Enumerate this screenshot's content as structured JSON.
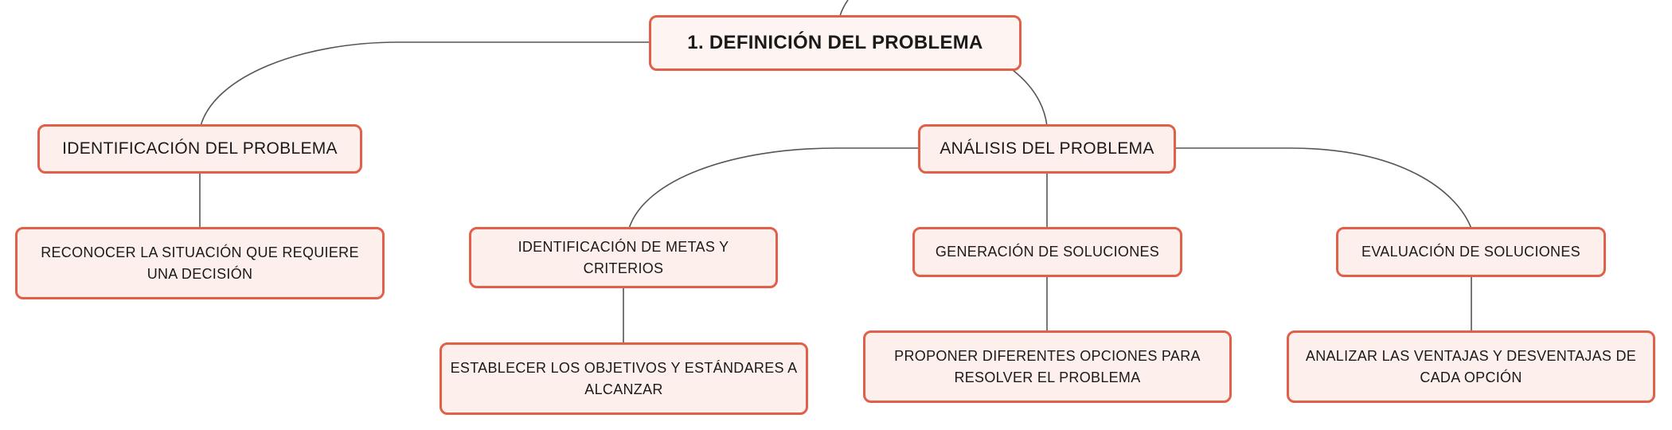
{
  "colors": {
    "node_border": "#e0604a",
    "node_fill": "#fdf0ec",
    "connector": "#555555"
  },
  "root": {
    "label": "1. DEFINICIÓN DEL PROBLEMA"
  },
  "identificacion": {
    "label": "IDENTIFICACIÓN DEL PROBLEMA",
    "detail": "RECONOCER LA SITUACIÓN QUE REQUIERE UNA DECISIÓN"
  },
  "analisis": {
    "label": "ANÁLISIS DEL PROBLEMA",
    "metas": {
      "label": "IDENTIFICACIÓN DE METAS Y CRITERIOS",
      "detail": "ESTABLECER LOS OBJETIVOS Y ESTÁNDARES A ALCANZAR"
    },
    "generacion": {
      "label": "GENERACIÓN DE SOLUCIONES",
      "detail": "PROPONER DIFERENTES OPCIONES PARA RESOLVER EL PROBLEMA"
    },
    "evaluacion": {
      "label": "EVALUACIÓN DE SOLUCIONES",
      "detail": "ANALIZAR LAS VENTAJAS Y DESVENTAJAS DE CADA OPCIÓN"
    }
  }
}
